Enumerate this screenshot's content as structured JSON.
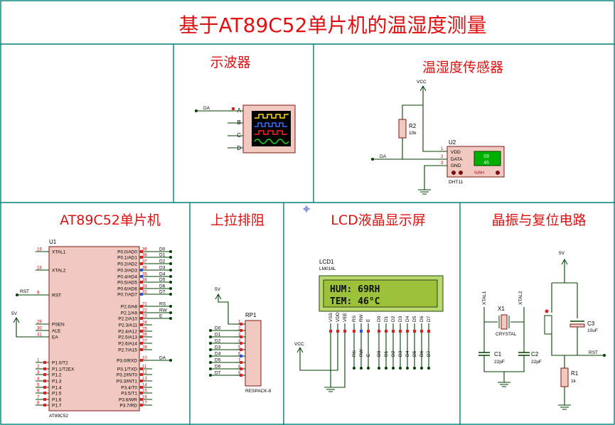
{
  "title": "基于AT89C52单片机的温湿度测量",
  "sections": {
    "oscilloscope": "示波器",
    "sensor": "温湿度传感器",
    "mcu": "AT89C52单片机",
    "pullup": "上拉排阻",
    "lcd": "LCD液晶显示屏",
    "clock_reset": "晶振与复位电路"
  },
  "oscilloscope": {
    "net": "DA",
    "channels": [
      "A",
      "B",
      "C",
      "D"
    ]
  },
  "sensor": {
    "vcc": "VCC",
    "resistor_ref": "R2",
    "resistor_value": "10k",
    "ref": "U2",
    "part": "DHT11",
    "pins": [
      "VDD",
      "DATA",
      "GND"
    ],
    "pin_numbers": [
      "1",
      "2",
      "3"
    ],
    "net": "DA",
    "display_top": "69",
    "display_bottom": "46",
    "unit_rh": "%RH"
  },
  "mcu": {
    "ref": "U1",
    "part": "AT89C52",
    "left_pins": [
      {
        "num": "19",
        "name": "XTAL1"
      },
      {
        "num": "18",
        "name": "XTAL2"
      },
      {
        "num": "9",
        "name": "RST"
      },
      {
        "num": "29",
        "name": "PSEN"
      },
      {
        "num": "30",
        "name": "ALE"
      },
      {
        "num": "31",
        "name": "EA"
      },
      {
        "num": "1",
        "name": "P1.0/T2"
      },
      {
        "num": "2",
        "name": "P1.1/T2EX"
      },
      {
        "num": "3",
        "name": "P1.2"
      },
      {
        "num": "4",
        "name": "P1.3"
      },
      {
        "num": "5",
        "name": "P1.4"
      },
      {
        "num": "6",
        "name": "P1.5"
      },
      {
        "num": "7",
        "name": "P1.6"
      },
      {
        "num": "8",
        "name": "P1.7"
      }
    ],
    "right_pins": [
      {
        "num": "39",
        "name": "P0.0/AD0",
        "net": "D0"
      },
      {
        "num": "38",
        "name": "P0.1/AD1",
        "net": "D1"
      },
      {
        "num": "37",
        "name": "P0.2/AD2",
        "net": "D2"
      },
      {
        "num": "36",
        "name": "P0.3/AD3",
        "net": "D3"
      },
      {
        "num": "35",
        "name": "P0.4/AD4",
        "net": "D4"
      },
      {
        "num": "34",
        "name": "P0.5/AD5",
        "net": "D5"
      },
      {
        "num": "33",
        "name": "P0.6/AD6",
        "net": "D6"
      },
      {
        "num": "32",
        "name": "P0.7/AD7",
        "net": "D7"
      },
      {
        "num": "21",
        "name": "P2.0/A8",
        "net": "RS"
      },
      {
        "num": "22",
        "name": "P2.1/A9",
        "net": "RW"
      },
      {
        "num": "23",
        "name": "P2.2/A10",
        "net": "E"
      },
      {
        "num": "24",
        "name": "P2.3/A11",
        "net": ""
      },
      {
        "num": "25",
        "name": "P2.4/A12",
        "net": ""
      },
      {
        "num": "26",
        "name": "P2.5/A13",
        "net": ""
      },
      {
        "num": "27",
        "name": "P2.6/A14",
        "net": ""
      },
      {
        "num": "28",
        "name": "P2.7/A15",
        "net": ""
      },
      {
        "num": "10",
        "name": "P3.0/RXD",
        "net": "DA"
      },
      {
        "num": "11",
        "name": "P3.1/TXD",
        "net": ""
      },
      {
        "num": "12",
        "name": "P3.2/INT0",
        "net": ""
      },
      {
        "num": "13",
        "name": "P3.3/INT1",
        "net": ""
      },
      {
        "num": "14",
        "name": "P3.4/T0",
        "net": ""
      },
      {
        "num": "15",
        "name": "P3.5/T1",
        "net": ""
      },
      {
        "num": "16",
        "name": "P3.6/WR",
        "net": ""
      },
      {
        "num": "17",
        "name": "P3.7/RD",
        "net": ""
      }
    ],
    "rst_net": "RST",
    "vcc_label": "5V"
  },
  "pullup": {
    "ref": "RP1",
    "part": "RESPACK-8",
    "vcc_label": "5V",
    "nets": [
      "D0",
      "D1",
      "D2",
      "D3",
      "D4",
      "D5",
      "D6",
      "D7"
    ],
    "pin_numbers": [
      "1",
      "2",
      "3",
      "4",
      "5",
      "6",
      "7",
      "8",
      "9"
    ]
  },
  "lcd": {
    "ref": "LCD1",
    "part": "LM016L",
    "line1": "HUM: 69RH",
    "line2": "TEM: 46°C",
    "pins": [
      "VSS",
      "VDD",
      "VEE",
      "RS",
      "RW",
      "E",
      "D0",
      "D1",
      "D2",
      "D3",
      "D4",
      "D5",
      "D6",
      "D7"
    ],
    "bus_labels": [
      "RS",
      "RW",
      "E",
      "D0",
      "D1",
      "D2",
      "D3",
      "D4",
      "D5",
      "D6",
      "D7"
    ],
    "vcc_label": "VCC"
  },
  "clock_reset": {
    "vcc_label": "5V",
    "xtal1_net": "XTAL1",
    "xtal2_net": "XTAL2",
    "crystal_ref": "X1",
    "crystal_part": "CRYSTAL",
    "c1_ref": "C1",
    "c1_value": "22pF",
    "c2_ref": "C2",
    "c2_value": "22pF",
    "c3_ref": "C3",
    "c3_value": "10uF",
    "r1_ref": "R1",
    "r1_value": "1k",
    "rst_net": "RST"
  }
}
